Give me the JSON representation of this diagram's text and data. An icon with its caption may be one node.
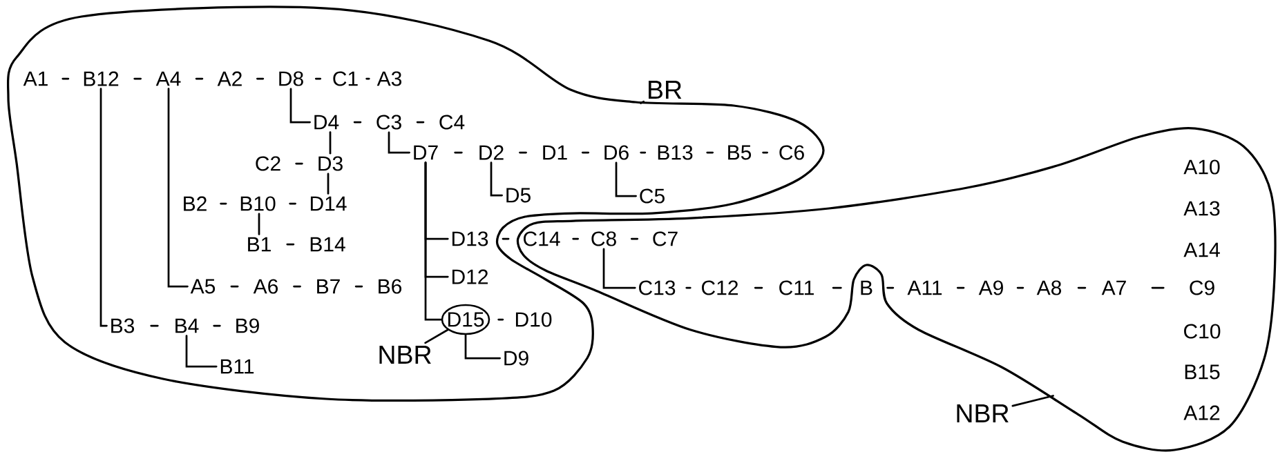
{
  "diagram": {
    "nodes": [
      {
        "text": [],
        "shape": "outline"
      },
      {
        "text": [],
        "shape": "outline"
      },
      {
        "text": [
          "A1"
        ],
        "in": 0
      },
      {
        "text": [
          "B12"
        ],
        "in": 0
      },
      {
        "text": [
          "A4"
        ],
        "in": 0
      },
      {
        "text": [
          "A2"
        ],
        "in": 0
      },
      {
        "text": [
          "D8"
        ],
        "in": 0
      },
      {
        "text": [
          "C1"
        ],
        "in": 0
      },
      {
        "text": [
          "A3"
        ],
        "in": 0
      },
      {
        "text": [
          "BR"
        ]
      },
      {
        "text": [
          "D4"
        ],
        "in": 0
      },
      {
        "text": [
          "C3"
        ],
        "in": 0
      },
      {
        "text": [
          "C4"
        ],
        "in": 0
      },
      {
        "text": [
          "D7"
        ],
        "in": 0
      },
      {
        "text": [
          "D2"
        ],
        "in": 0
      },
      {
        "text": [
          "D1"
        ],
        "in": 0
      },
      {
        "text": [
          "D6"
        ],
        "in": 0
      },
      {
        "text": [
          "B13"
        ],
        "in": 0
      },
      {
        "text": [
          "B5"
        ],
        "in": 0
      },
      {
        "text": [
          "C6"
        ],
        "in": 0
      },
      {
        "text": [
          "C2"
        ],
        "in": 0
      },
      {
        "text": [
          "D3"
        ],
        "in": 0
      },
      {
        "text": [
          "D5"
        ],
        "in": 0
      },
      {
        "text": [
          "C5"
        ],
        "in": 0
      },
      {
        "text": [
          "B2"
        ],
        "in": 0
      },
      {
        "text": [
          "B10"
        ],
        "in": 0
      },
      {
        "text": [
          "D14"
        ],
        "in": 0
      },
      {
        "text": [
          "B1"
        ],
        "in": 0
      },
      {
        "text": [
          "B14"
        ],
        "in": 0
      },
      {
        "text": [
          "D13"
        ],
        "in": 0
      },
      {
        "text": [
          "C14"
        ],
        "in": 1
      },
      {
        "text": [
          "C8"
        ],
        "in": 1
      },
      {
        "text": [
          "C7"
        ],
        "in": 1
      },
      {
        "text": [
          "D12"
        ],
        "in": 0
      },
      {
        "text": [
          "A5"
        ],
        "in": 0
      },
      {
        "text": [
          "A6"
        ],
        "in": 0
      },
      {
        "text": [
          "B7"
        ],
        "in": 0
      },
      {
        "text": [
          "B6"
        ],
        "in": 0
      },
      {
        "text": [
          "A10"
        ],
        "in": 1
      },
      {
        "text": [
          "A13"
        ],
        "in": 1
      },
      {
        "text": [
          "A14"
        ],
        "in": 1
      },
      {
        "text": [
          "C13"
        ],
        "in": 1
      },
      {
        "text": [
          "C12"
        ],
        "in": 1
      },
      {
        "text": [
          "C11"
        ],
        "in": 1
      },
      {
        "text": [
          "B"
        ],
        "in": 1
      },
      {
        "text": [
          "A11"
        ],
        "in": 1
      },
      {
        "text": [
          "A9"
        ],
        "in": 1
      },
      {
        "text": [
          "A8"
        ],
        "in": 1
      },
      {
        "text": [
          "A7"
        ],
        "in": 1
      },
      {
        "text": [
          "C9"
        ],
        "in": 1
      },
      {
        "text": [],
        "shape": "circle",
        "in": 0
      },
      {
        "text": [
          "D15"
        ],
        "in": 50
      },
      {
        "text": [
          "D10"
        ],
        "in": 0
      },
      {
        "text": [
          "NBR"
        ],
        "in": 0
      },
      {
        "text": [
          "D9"
        ],
        "in": 0
      },
      {
        "text": [
          "B3"
        ],
        "in": 0
      },
      {
        "text": [
          "B4"
        ],
        "in": 0
      },
      {
        "text": [
          "B9"
        ],
        "in": 0
      },
      {
        "text": [
          "B11"
        ],
        "in": 0
      },
      {
        "text": [
          "C10"
        ],
        "in": 1
      },
      {
        "text": [
          "B15"
        ],
        "in": 1
      },
      {
        "text": [
          "A12"
        ],
        "in": 1
      },
      {
        "text": [
          "NBR"
        ]
      }
    ],
    "edges": [
      {
        "from": 2,
        "to": 3,
        "arrow": "none"
      },
      {
        "from": 3,
        "to": 4,
        "arrow": "none"
      },
      {
        "from": 4,
        "to": 5,
        "arrow": "none"
      },
      {
        "from": 5,
        "to": 6,
        "arrow": "none"
      },
      {
        "from": 6,
        "to": 7,
        "arrow": "none"
      },
      {
        "from": 7,
        "to": 8,
        "arrow": "none"
      },
      {
        "from": 10,
        "to": 11,
        "arrow": "none"
      },
      {
        "from": 11,
        "to": 12,
        "arrow": "none"
      },
      {
        "from": 13,
        "to": 14,
        "arrow": "none"
      },
      {
        "from": 14,
        "to": 15,
        "arrow": "none"
      },
      {
        "from": 15,
        "to": 16,
        "arrow": "none"
      },
      {
        "from": 16,
        "to": 17,
        "arrow": "none"
      },
      {
        "from": 17,
        "to": 18,
        "arrow": "none"
      },
      {
        "from": 18,
        "to": 19,
        "arrow": "none"
      },
      {
        "from": 20,
        "to": 21,
        "arrow": "none"
      },
      {
        "from": 24,
        "to": 25,
        "arrow": "none"
      },
      {
        "from": 25,
        "to": 26,
        "arrow": "none"
      },
      {
        "from": 27,
        "to": 28,
        "arrow": "none"
      },
      {
        "from": 29,
        "to": 30,
        "arrow": "none"
      },
      {
        "from": 30,
        "to": 31,
        "arrow": "none"
      },
      {
        "from": 31,
        "to": 32,
        "arrow": "none"
      },
      {
        "from": 34,
        "to": 35,
        "arrow": "none"
      },
      {
        "from": 35,
        "to": 36,
        "arrow": "none"
      },
      {
        "from": 36,
        "to": 37,
        "arrow": "none"
      },
      {
        "from": 41,
        "to": 42,
        "arrow": "none"
      },
      {
        "from": 42,
        "to": 43,
        "arrow": "none"
      },
      {
        "from": 43,
        "to": 44,
        "arrow": "none"
      },
      {
        "from": 44,
        "to": 45,
        "arrow": "none"
      },
      {
        "from": 45,
        "to": 46,
        "arrow": "none"
      },
      {
        "from": 46,
        "to": 47,
        "arrow": "none"
      },
      {
        "from": 47,
        "to": 48,
        "arrow": "none"
      },
      {
        "from": 48,
        "to": 49,
        "arrow": "none"
      },
      {
        "from": 50,
        "to": 52,
        "arrow": "none"
      },
      {
        "from": 55,
        "to": 56,
        "arrow": "none"
      },
      {
        "from": 56,
        "to": 57,
        "arrow": "none"
      },
      {
        "from": 3,
        "to": 55,
        "arrow": "none"
      },
      {
        "from": 4,
        "to": 34,
        "arrow": "none"
      },
      {
        "from": 6,
        "to": 10,
        "arrow": "none"
      },
      {
        "from": 10,
        "to": 21,
        "arrow": "none"
      },
      {
        "from": 21,
        "to": 26,
        "arrow": "none"
      },
      {
        "from": 25,
        "to": 27,
        "arrow": "none"
      },
      {
        "from": 11,
        "to": 13,
        "arrow": "none"
      },
      {
        "from": 14,
        "to": 22,
        "arrow": "none"
      },
      {
        "from": 16,
        "to": 23,
        "arrow": "none"
      },
      {
        "from": 13,
        "to": 29,
        "arrow": "none"
      },
      {
        "from": 13,
        "to": 33,
        "arrow": "none"
      },
      {
        "from": 13,
        "to": 50,
        "arrow": "none"
      },
      {
        "from": 31,
        "to": 41,
        "arrow": "none"
      },
      {
        "from": 56,
        "to": 58,
        "arrow": "none"
      },
      {
        "from": 50,
        "to": 54,
        "arrow": "none"
      },
      {
        "from": 9,
        "to": 0,
        "arrow": "none"
      },
      {
        "from": 53,
        "to": 50,
        "arrow": "none"
      },
      {
        "from": 62,
        "to": 1,
        "arrow": "none"
      }
    ]
  }
}
